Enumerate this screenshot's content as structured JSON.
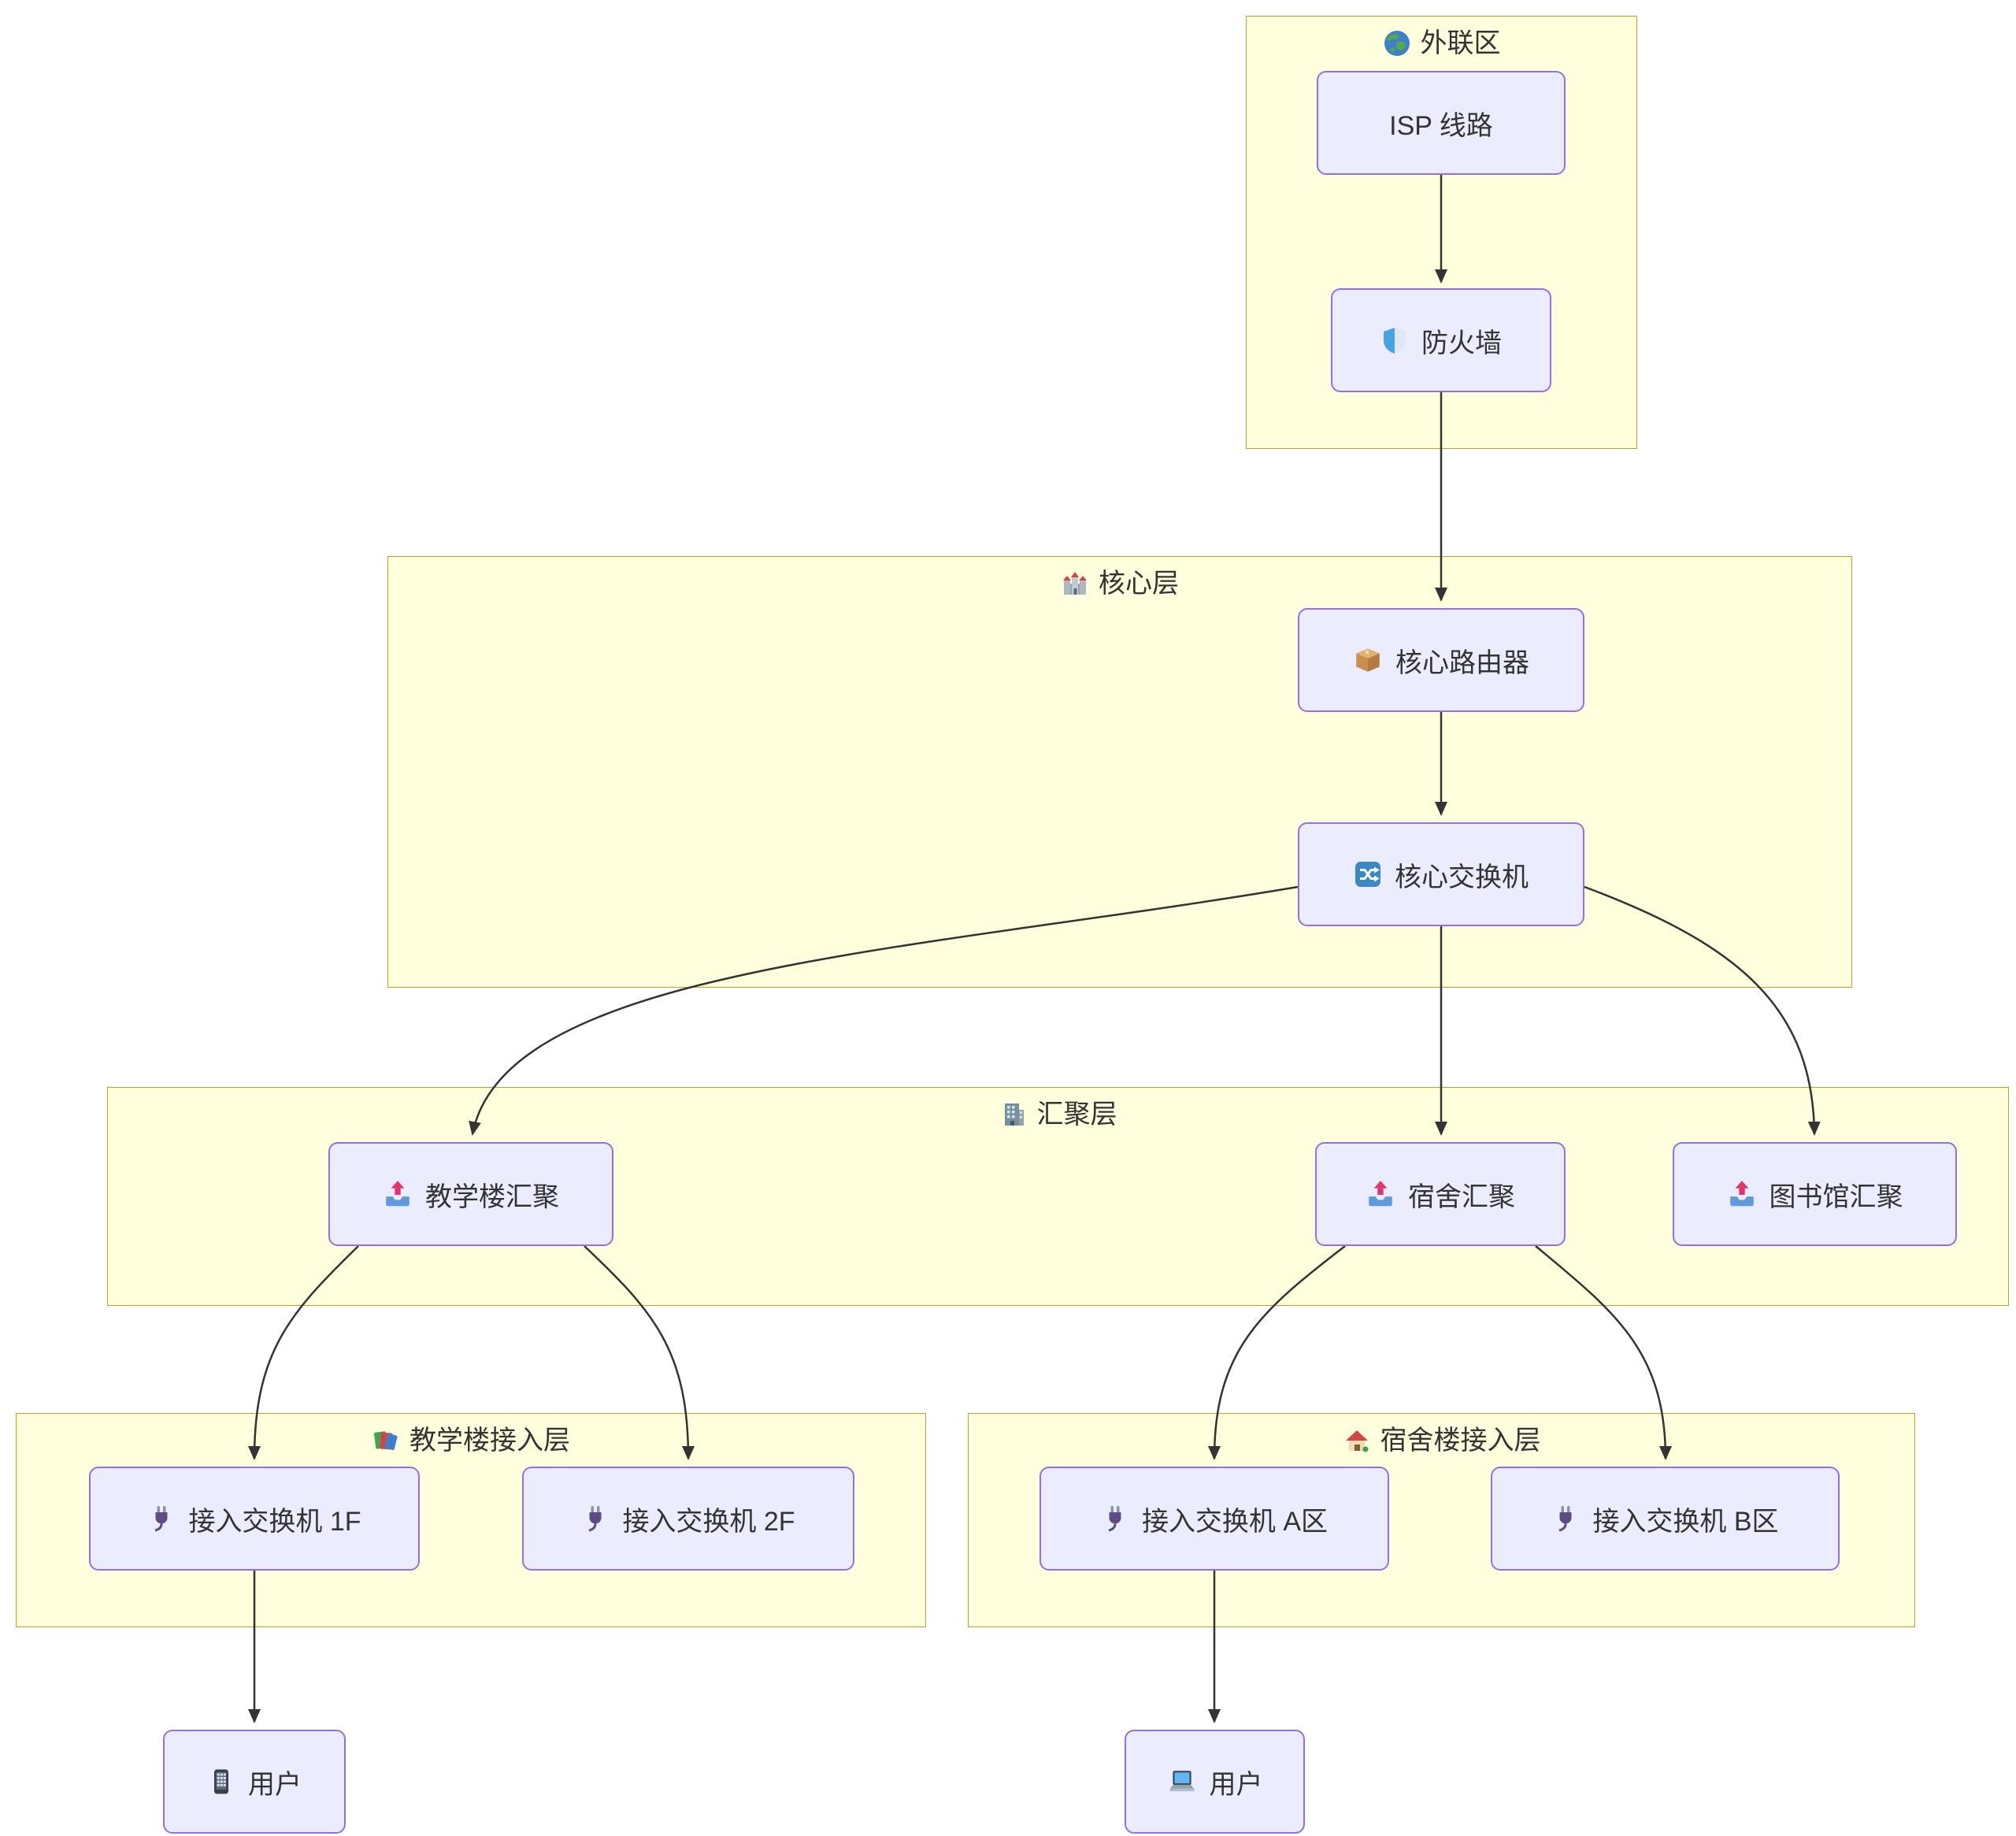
{
  "diagram": {
    "type": "flowchart",
    "direction": "top-down",
    "clusters": [
      {
        "id": "external",
        "label": "外联区",
        "icon": "globe-icon"
      },
      {
        "id": "core",
        "label": "核心层",
        "icon": "castle-icon"
      },
      {
        "id": "aggregation",
        "label": "汇聚层",
        "icon": "office-building-icon"
      },
      {
        "id": "teaching-access",
        "label": "教学楼接入层",
        "icon": "books-icon"
      },
      {
        "id": "dorm-access",
        "label": "宿舍楼接入层",
        "icon": "house-icon"
      }
    ],
    "nodes": [
      {
        "id": "isp",
        "label": "ISP 线路",
        "icon": null,
        "cluster": "external"
      },
      {
        "id": "firewall",
        "label": "防火墙",
        "icon": "shield-icon",
        "cluster": "external"
      },
      {
        "id": "core-router",
        "label": "核心路由器",
        "icon": "package-icon",
        "cluster": "core"
      },
      {
        "id": "core-switch",
        "label": "核心交换机",
        "icon": "shuffle-icon",
        "cluster": "core"
      },
      {
        "id": "teaching-agg",
        "label": "教学楼汇聚",
        "icon": "outbox-tray-icon",
        "cluster": "aggregation"
      },
      {
        "id": "dorm-agg",
        "label": "宿舍汇聚",
        "icon": "outbox-tray-icon",
        "cluster": "aggregation"
      },
      {
        "id": "library-agg",
        "label": "图书馆汇聚",
        "icon": "outbox-tray-icon",
        "cluster": "aggregation"
      },
      {
        "id": "access-1f",
        "label": "接入交换机 1F",
        "icon": "plug-icon",
        "cluster": "teaching-access"
      },
      {
        "id": "access-2f",
        "label": "接入交换机 2F",
        "icon": "plug-icon",
        "cluster": "teaching-access"
      },
      {
        "id": "access-a",
        "label": "接入交换机 A区",
        "icon": "plug-icon",
        "cluster": "dorm-access"
      },
      {
        "id": "access-b",
        "label": "接入交换机 B区",
        "icon": "plug-icon",
        "cluster": "dorm-access"
      },
      {
        "id": "user-teaching",
        "label": "用户",
        "icon": "mobile-phone-icon",
        "cluster": null
      },
      {
        "id": "user-dorm",
        "label": "用户",
        "icon": "laptop-icon",
        "cluster": null
      }
    ],
    "edges": [
      {
        "from": "isp",
        "to": "firewall"
      },
      {
        "from": "firewall",
        "to": "core-router"
      },
      {
        "from": "core-router",
        "to": "core-switch"
      },
      {
        "from": "core-switch",
        "to": "teaching-agg"
      },
      {
        "from": "core-switch",
        "to": "dorm-agg"
      },
      {
        "from": "core-switch",
        "to": "library-agg"
      },
      {
        "from": "teaching-agg",
        "to": "access-1f"
      },
      {
        "from": "teaching-agg",
        "to": "access-2f"
      },
      {
        "from": "dorm-agg",
        "to": "access-a"
      },
      {
        "from": "dorm-agg",
        "to": "access-b"
      },
      {
        "from": "access-1f",
        "to": "user-teaching"
      },
      {
        "from": "access-a",
        "to": "user-dorm"
      }
    ],
    "colors": {
      "cluster_fill": "#ffffde",
      "cluster_border": "#aaaa33",
      "node_fill": "#ececff",
      "node_border": "#9370db",
      "edge": "#333333",
      "text": "#333333",
      "background": "#ffffff"
    }
  }
}
